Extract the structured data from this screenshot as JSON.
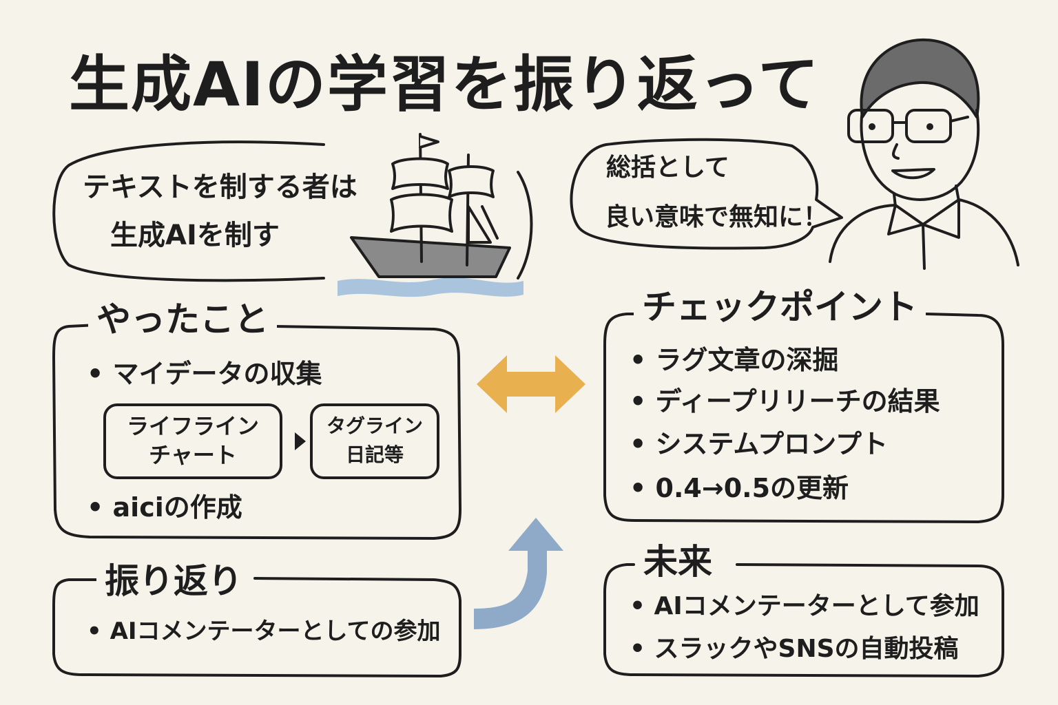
{
  "title": "生成AIの学習を振り返って",
  "quote": {
    "line1": "テキストを制する者は",
    "line2": "生成AIを制す"
  },
  "speech": {
    "line1": "総括として",
    "line2": "良い意味で無知に！"
  },
  "done": {
    "heading": "やったこと",
    "item1": "マイデータの収集",
    "flow": {
      "box1": [
        "ライフライン",
        "チャート"
      ],
      "box2": [
        "タグライン",
        "日記等"
      ]
    },
    "item2": "aiciの作成"
  },
  "reflection": {
    "heading": "振り返り",
    "item1": "AIコメンテーターとしての参加"
  },
  "checkpoints": {
    "heading": "チェックポイント",
    "items": [
      "ラグ文章の深掘",
      "ディープリリーチの結果",
      "システムプロンプト",
      "0.4→0.5の更新"
    ]
  },
  "future": {
    "heading": "未来",
    "items": [
      "AIコメンテーターとして参加",
      "スラックやSNSの自動投稿"
    ]
  },
  "colors": {
    "background": "#f6f3ea",
    "ink": "#1e1e1e",
    "orange_arrow": "#e9b04f",
    "blue_arrow": "#8fa9c8",
    "water": "#a9c4dc",
    "hull": "#8a8a8a",
    "hair": "#6b6b6b"
  },
  "icons": [
    "sailing-ship-illustration",
    "man-with-glasses-illustration",
    "double-arrow",
    "curved-up-arrow",
    "flow-arrow"
  ]
}
